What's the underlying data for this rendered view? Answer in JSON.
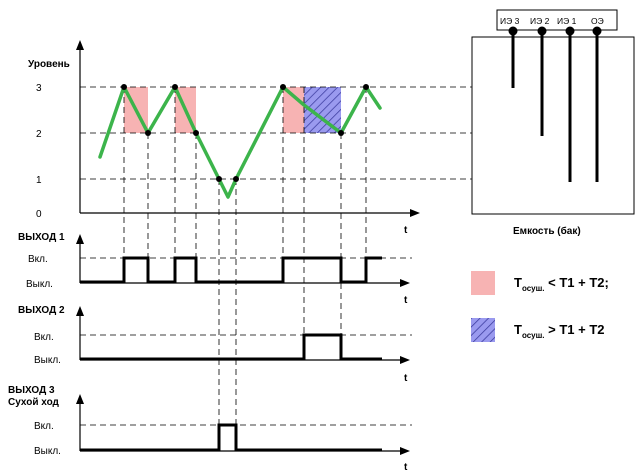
{
  "level_chart": {
    "ylabel": "Уровень",
    "y_ticks": [
      "3",
      "2",
      "1",
      "0"
    ],
    "t_label": "t"
  },
  "outputs": [
    {
      "title": "ВЫХОД 1",
      "on_label": "Вкл.",
      "off_label": "Выкл.",
      "t_label": "t"
    },
    {
      "title": "ВЫХОД 2",
      "on_label": "Вкл.",
      "off_label": "Выкл.",
      "t_label": "t"
    },
    {
      "title": "ВЫХОД 3",
      "subtitle": "Сухой ход",
      "on_label": "Вкл.",
      "off_label": "Выкл.",
      "t_label": "t"
    }
  ],
  "tank": {
    "caption": "Емкость (бак)",
    "electrodes": [
      "ИЭ 3",
      "ИЭ 2",
      "ИЭ 1",
      "ОЭ"
    ]
  },
  "legend": [
    {
      "t_main": "T",
      "subscript": "осуш.",
      "expr": " < T1 + T2;",
      "color": "#f7b3b3",
      "pattern": "solid"
    },
    {
      "t_main": "T",
      "subscript": "осуш.",
      "expr": " > T1 + T2",
      "color": "#9a9aef",
      "pattern": "hatched"
    }
  ],
  "colors": {
    "level_line": "#3cb44b",
    "pink_fill": "#f7b3b3",
    "hatch_fill": "#9a9aef",
    "hatch_stroke": "#3b3b9e"
  }
}
